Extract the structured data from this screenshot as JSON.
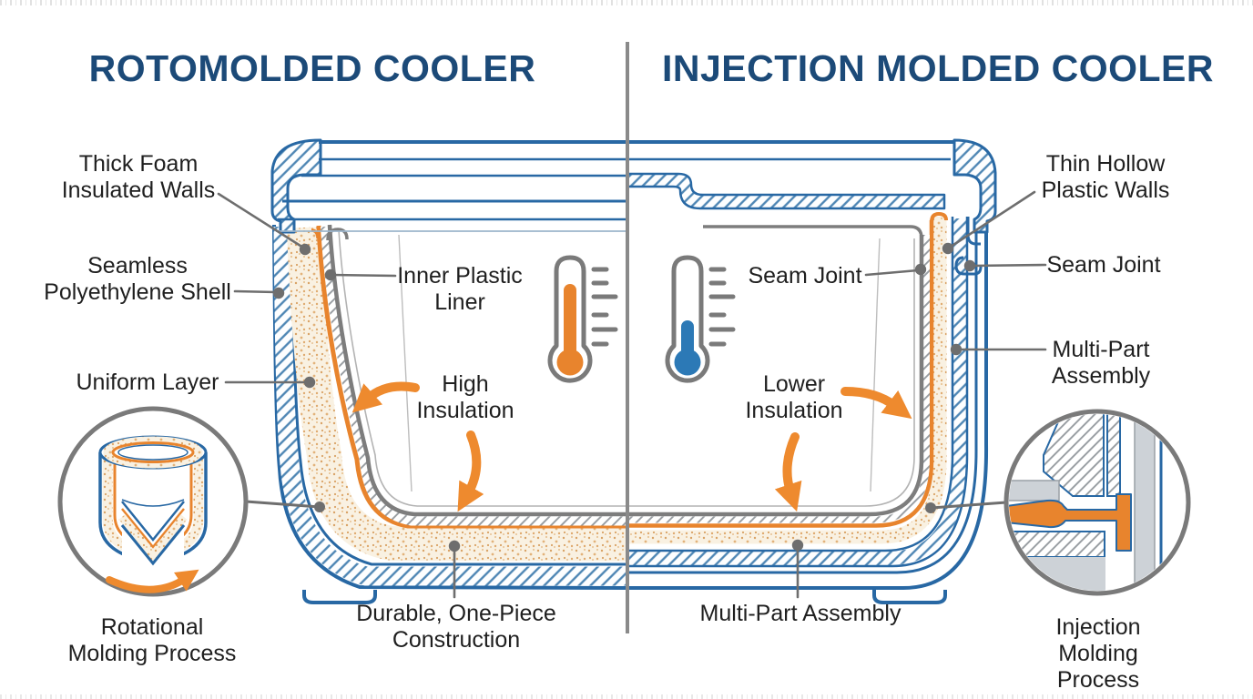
{
  "header": {
    "left_title": "ROTOMOLDED COOLER",
    "right_title": "INJECTION MOLDED COOLER"
  },
  "left_side": {
    "thick_foam_label": "Thick Foam\nInsulated Walls",
    "seamless_shell_label": "Seamless\nPolyethylene Shell",
    "uniform_layer_label": "Uniform Layer",
    "inner_liner_label": "Inner Plastic\nLiner",
    "high_insulation_label": "High\nInsulation",
    "durable_label": "Durable, One-Piece\nConstruction",
    "inset_caption": "Rotational\nMolding Process"
  },
  "right_side": {
    "thin_hollow_label": "Thin Hollow\nPlastic Walls",
    "seam_joint_outer_label": "Seam Joint",
    "seam_joint_inner_label": "Seam Joint",
    "multi_part_label": "Multi-Part\nAssembly",
    "lower_insulation_label": "Lower\nInsulation",
    "multi_part_bottom_label": "Multi-Part Assembly",
    "inset_caption": "Injection\nMolding Process"
  },
  "icons": {
    "hot_thermometer": "thermometer-hot-icon",
    "cold_thermometer": "thermometer-cold-icon",
    "rotation_arrow": "rotation-arrow-icon",
    "heat_flow_arrows": "heat-flow-arrow-icon"
  },
  "colors": {
    "title_navy": "#1C4A78",
    "outline_blue": "#2868A4",
    "accent_orange": "#E8842D",
    "arrow_orange": "#EE8A2E",
    "foam_cream": "#F9F1E2",
    "liner_gray": "#7D7D7D",
    "leader_gray": "#6E6E6E",
    "thermo_blue": "#2C79B6"
  }
}
